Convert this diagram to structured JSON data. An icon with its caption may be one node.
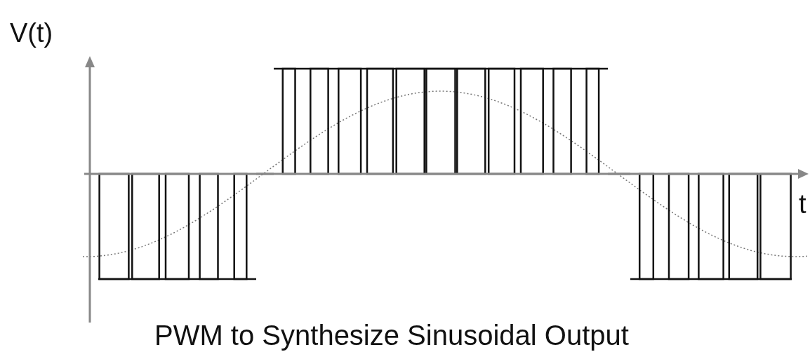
{
  "diagram": {
    "caption": "PWM to Synthesize Sinusoidal Output",
    "labels": [
      "V(t)",
      "t"
    ]
  }
}
